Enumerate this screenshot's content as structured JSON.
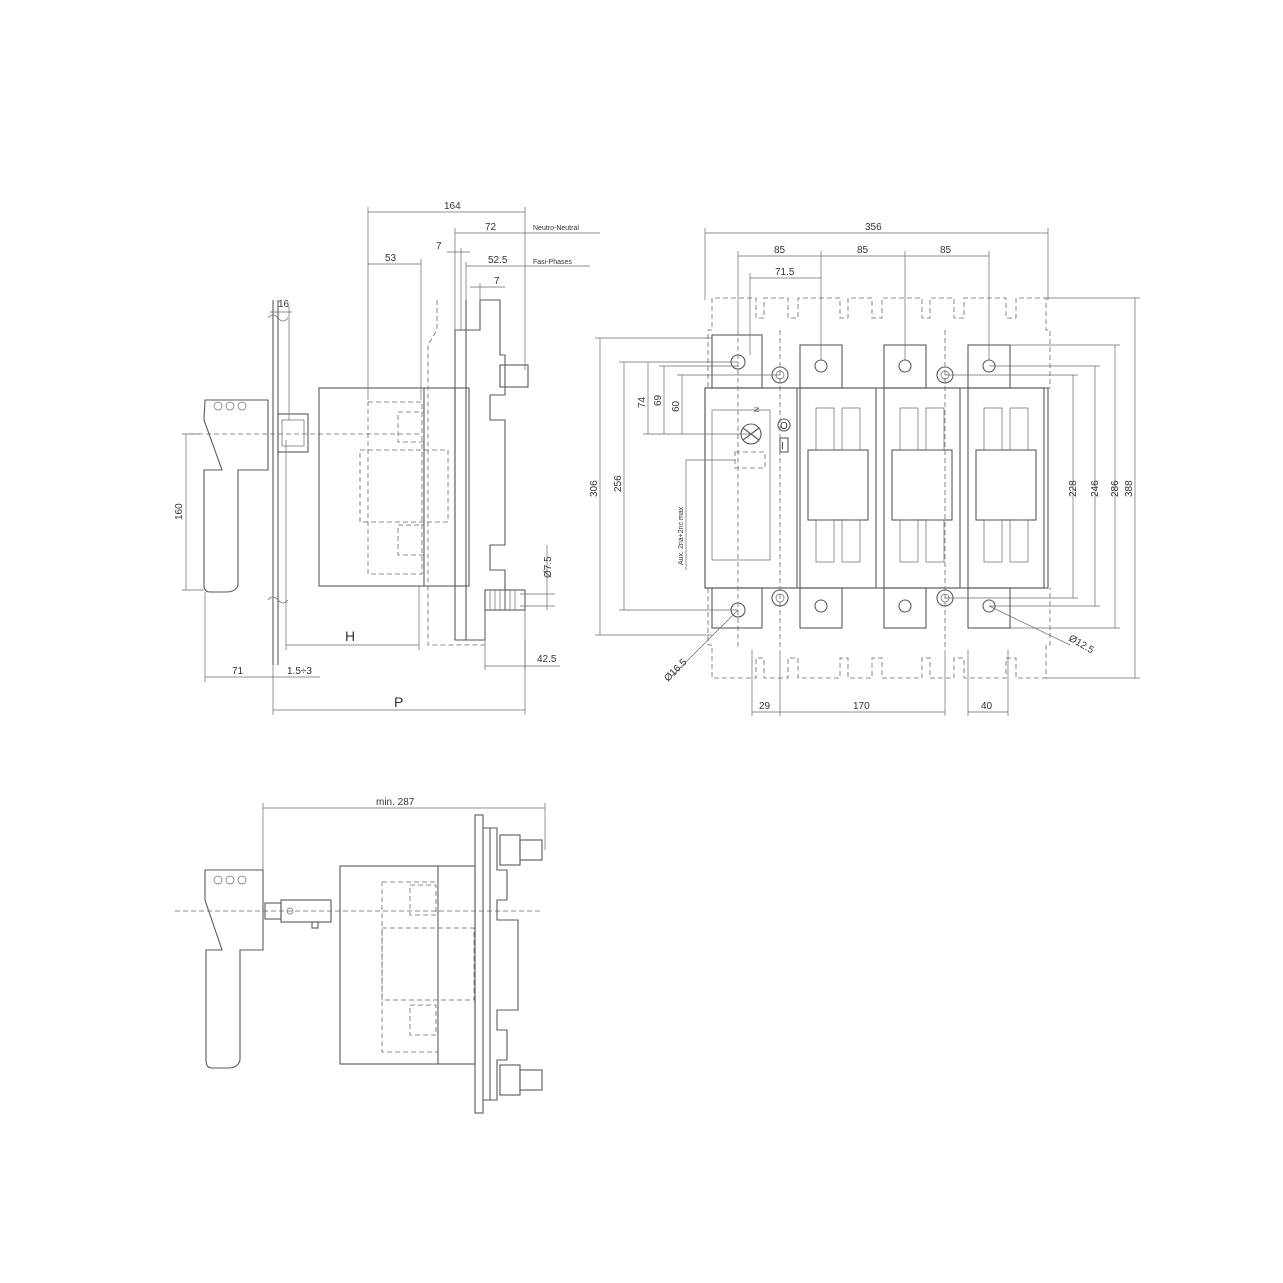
{
  "side_view": {
    "dims": {
      "d164": "164",
      "d72": "72",
      "d7a": "7",
      "d53": "53",
      "d52_5": "52.5",
      "d7b": "7",
      "d16": "16",
      "d160": "160",
      "d7_5": "Ø7.5",
      "dH": "H",
      "d42_5": "42.5",
      "d71": "71",
      "d1_5": "1.5÷3",
      "dP": "P"
    },
    "notes": {
      "neutral": "Neutro-Neutral",
      "phases": "Fasi-Phases"
    }
  },
  "front_view": {
    "dims": {
      "d356": "356",
      "d85a": "85",
      "d85b": "85",
      "d85c": "85",
      "d71_5": "71.5",
      "d74": "74",
      "d69": "69",
      "d60": "60",
      "d306": "306",
      "d256": "256",
      "d228": "228",
      "d246": "246",
      "d286": "286",
      "d388": "388",
      "d16_5": "Ø16.5",
      "d12_5": "Ø12.5",
      "d29": "29",
      "d170": "170",
      "d40": "40",
      "aux": "Aux. 2na+2nc max",
      "sym_o": "O",
      "sym_i": "I"
    }
  },
  "bottom_view": {
    "dims": {
      "min287": "min. 287"
    }
  }
}
